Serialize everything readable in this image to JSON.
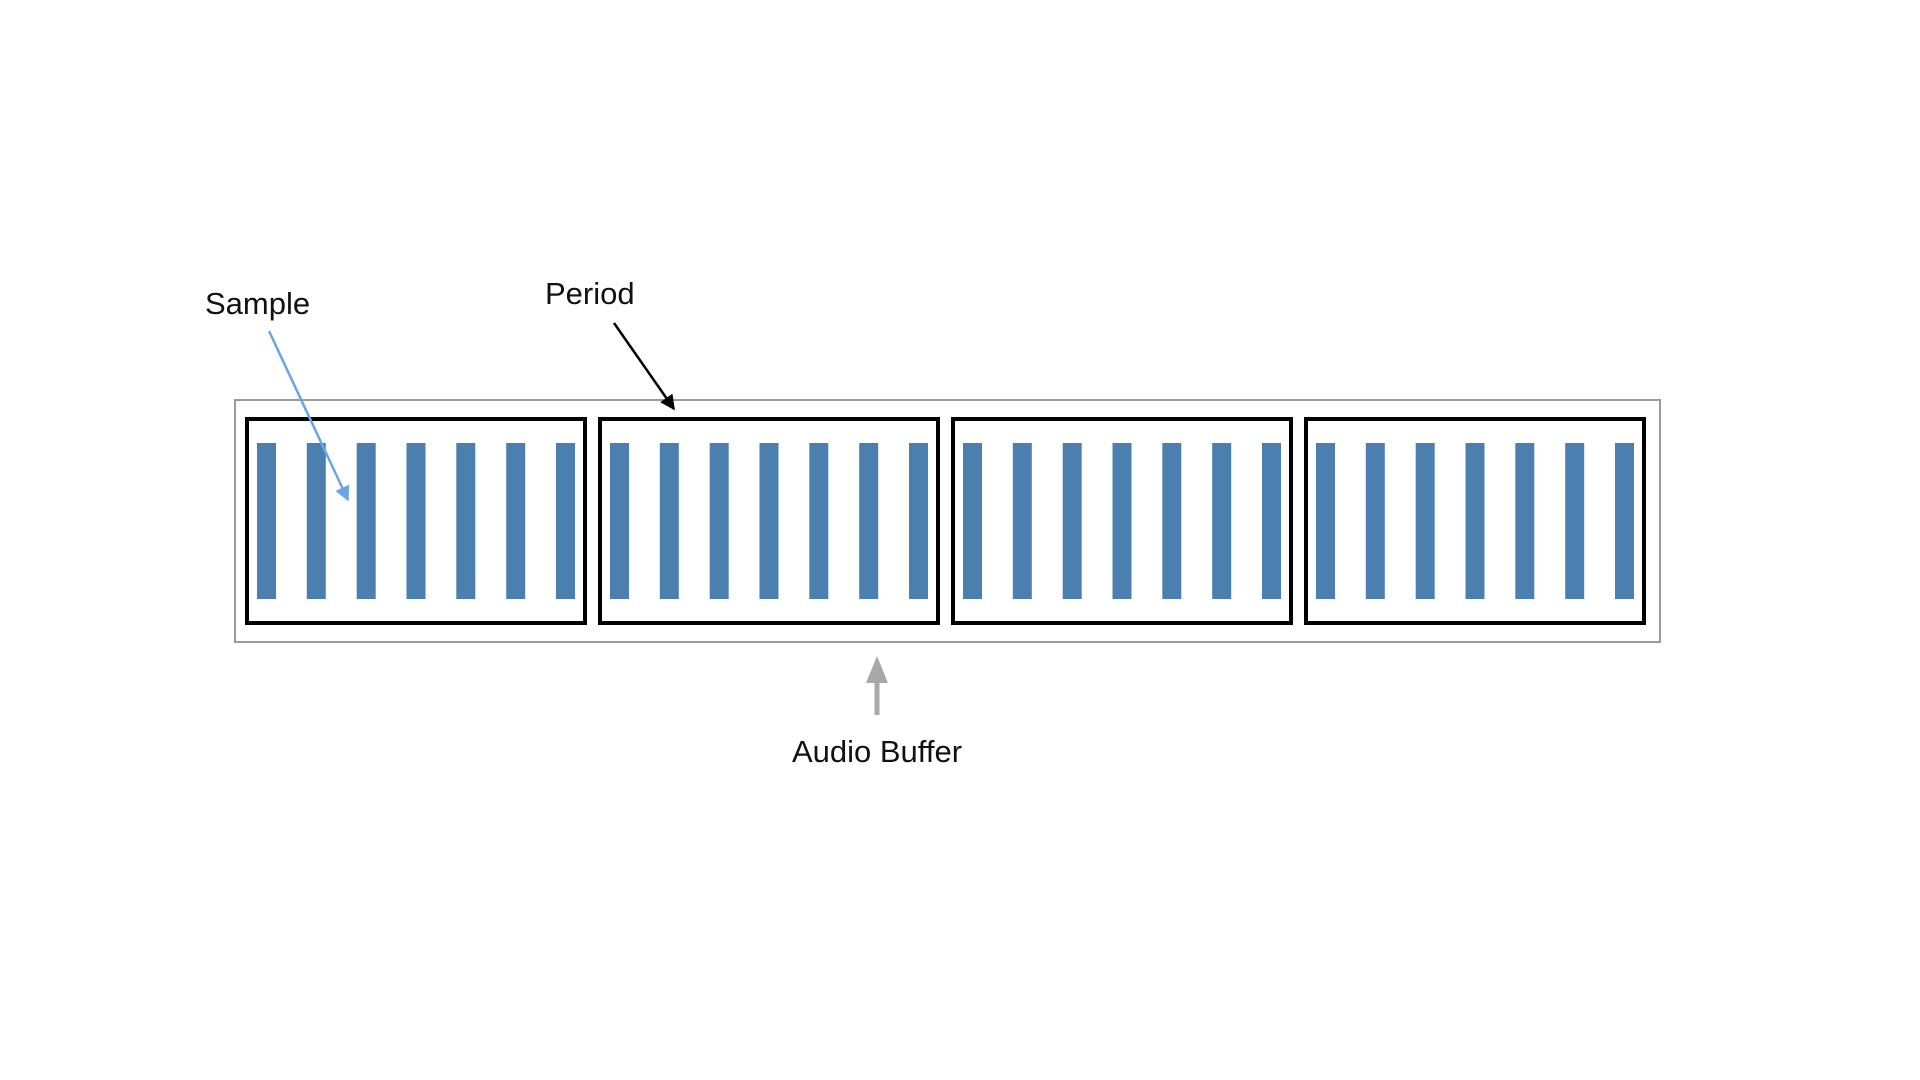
{
  "labels": {
    "sample": "Sample",
    "period": "Period",
    "audio_buffer": "Audio Buffer"
  },
  "structure": {
    "period_count": 4,
    "samples_per_period": 7
  },
  "colors": {
    "sample_fill": "#4A7FB0",
    "period_border": "#000000",
    "buffer_border": "#9A9A9A",
    "sample_arrow": "#6AA4E8",
    "period_arrow": "#000000",
    "buffer_arrow": "#A8A8A8"
  }
}
